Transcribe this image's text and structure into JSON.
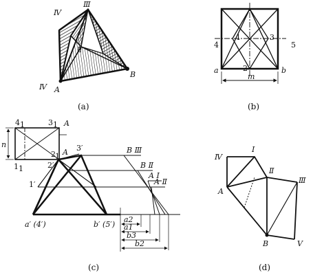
{
  "panels": {
    "a": {
      "caption": "(a)",
      "labels": {
        "iv_top": "Ⅳ",
        "iii_top": "Ⅲ",
        "ii": "Ⅱ",
        "iv_bottom": "Ⅳ",
        "A": "A",
        "B": "B"
      }
    },
    "b": {
      "caption": "(b)",
      "labels": {
        "p1": "1",
        "p2": "2",
        "p3": "3",
        "p4": "4",
        "p5": "5",
        "a": "a",
        "b": "b",
        "m": "m"
      }
    },
    "c": {
      "caption": "(c)",
      "labels": {
        "n": "n",
        "p41": "4",
        "p31": "3",
        "p11": "1",
        "A_small": "A",
        "p21": "2",
        "A_mid": "A",
        "p3p": "3′",
        "p2p": "2′",
        "p1p": "1′",
        "a_prime": "a′ (4′)",
        "b_prime": "b′ (5′)",
        "BIII": "B Ⅲ",
        "BII": "B Ⅱ",
        "AI": "A Ⅰ",
        "AII": "A Ⅱ",
        "a2": "a2",
        "a1": "a1",
        "b3": "b3",
        "b2": "b2"
      }
    },
    "d": {
      "caption": "(d)",
      "labels": {
        "IV": "Ⅳ",
        "I": "Ⅰ",
        "II": "Ⅱ",
        "III": "Ⅲ",
        "A": "A",
        "B": "B",
        "V": "Ⅴ"
      }
    }
  }
}
